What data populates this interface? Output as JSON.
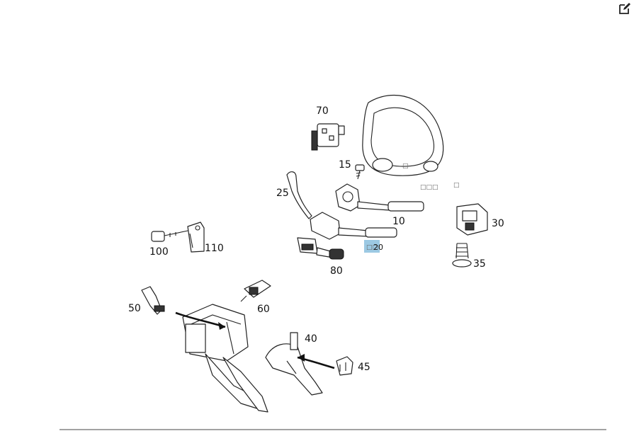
{
  "toolbar": {
    "edit_icon": "edit-icon"
  },
  "callouts": {
    "c70": "70",
    "c15": "15",
    "c25": "25",
    "c10": "10",
    "c30": "30",
    "c35": "35",
    "c100": "100",
    "c110": "110",
    "c80": "80",
    "c50": "50",
    "c60": "60",
    "c40": "40",
    "c45": "45"
  },
  "highlight": {
    "label": "20",
    "prefix": "□□"
  },
  "faint_text": {
    "a": "□□□",
    "b": "□",
    "c": "□"
  },
  "colors": {
    "highlight": "#9cc9e3",
    "line": "#222222"
  }
}
